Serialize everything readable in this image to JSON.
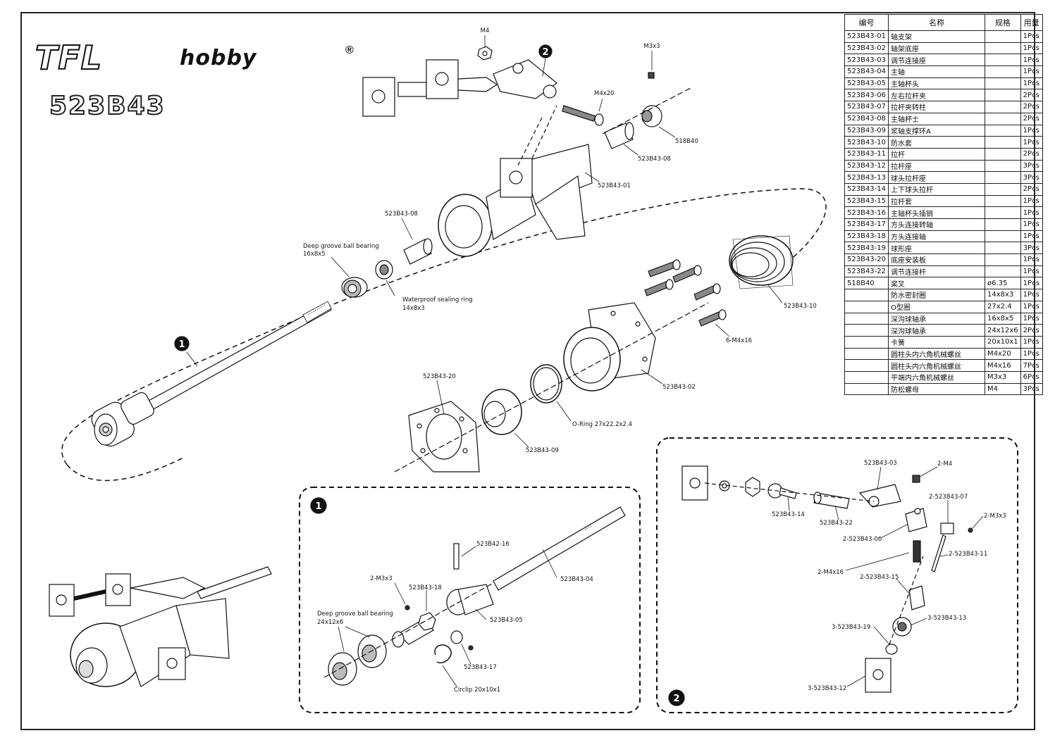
{
  "logo": {
    "brand": "TFL",
    "hobby": "hobby",
    "registered": "®"
  },
  "model_number": "523B43",
  "table": {
    "headers": [
      "编号",
      "名称",
      "规格",
      "用量"
    ],
    "rows": [
      [
        "523B43-01",
        "轴支架",
        "",
        "1Pcs"
      ],
      [
        "523B43-02",
        "轴架底座",
        "",
        "1Pcs"
      ],
      [
        "523B43-03",
        "调节连接座",
        "",
        "1Pcs"
      ],
      [
        "523B43-04",
        "主轴",
        "",
        "1Pcs"
      ],
      [
        "523B43-05",
        "主轴杯头",
        "",
        "1Pcs"
      ],
      [
        "523B43-06",
        "左右拉杆夹",
        "",
        "2Pcs"
      ],
      [
        "523B43-07",
        "拉杆夹转柱",
        "",
        "2Pcs"
      ],
      [
        "523B43-08",
        "主轴杯士",
        "",
        "2Pcs"
      ],
      [
        "523B43-09",
        "浆轴支撑环A",
        "",
        "1Pcs"
      ],
      [
        "523B43-10",
        "防水套",
        "",
        "1Pcs"
      ],
      [
        "523B43-11",
        "拉杆",
        "",
        "2Pcs"
      ],
      [
        "523B43-12",
        "拉杆座",
        "",
        "3Pcs"
      ],
      [
        "523B43-13",
        "球头拉杆座",
        "",
        "3Pcs"
      ],
      [
        "523B43-14",
        "上下球头拉杆",
        "",
        "2Pcs"
      ],
      [
        "523B43-15",
        "拉杆套",
        "",
        "1Pcs"
      ],
      [
        "523B43-16",
        "主轴杯头插销",
        "",
        "1Pcs"
      ],
      [
        "523B43-17",
        "方头连接转轴",
        "",
        "1Pcs"
      ],
      [
        "523B43-18",
        "方头连接轴",
        "",
        "1Pcs"
      ],
      [
        "523B43-19",
        "球形座",
        "",
        "3Pcs"
      ],
      [
        "523B43-20",
        "底座安装板",
        "",
        "1Pcs"
      ],
      [
        "523B43-22",
        "调节连接杆",
        "",
        "1Pcs"
      ],
      [
        "518B40",
        "桨叉",
        "ø6.35",
        "1Pcs"
      ],
      [
        "",
        "防水密封圈",
        "14x8x3",
        "1Pcs"
      ],
      [
        "",
        "O型圈",
        "27x2.4",
        "1Pcs"
      ],
      [
        "",
        "深沟球轴承",
        "16x8x5",
        "1Pcs"
      ],
      [
        "",
        "深沟球轴承",
        "24x12x6",
        "2Pcs"
      ],
      [
        "",
        "卡簧",
        "20x10x1",
        "1Pcs"
      ],
      [
        "",
        "圆柱头内六角机械螺丝",
        "M4x20",
        "1Pcs"
      ],
      [
        "",
        "圆柱头内六角机械螺丝",
        "M4x16",
        "7Pcs"
      ],
      [
        "",
        "平端内六角机械螺丝",
        "M3x3",
        "6Pcs"
      ],
      [
        "",
        "防松螺母",
        "M4",
        "3Pcs"
      ]
    ]
  },
  "callouts": {
    "main": {
      "m4": "M4",
      "two": "2",
      "m3x3": "M3x3",
      "m4x20": "M4x20",
      "p518b40": "518B40",
      "p08a": "523B43-08",
      "p01": "523B43-01",
      "p08b": "523B43-08",
      "bearing1": "Deep groove ball bearing",
      "bearing1_size": "16x8x5",
      "seal": "Waterproof sealing ring",
      "seal_size": "14x8x3",
      "p10": "523B43-10",
      "m4x16": "6-M4x16",
      "one": "1",
      "p20": "523B43-20",
      "p02": "523B43-02",
      "oring": "O-Ring 27x22.2x2.4",
      "p09": "523B43-09"
    },
    "inset1": {
      "badge": "1",
      "p16": "523B42-16",
      "p04": "523B43-04",
      "m3x3": "2-M3x3",
      "p18": "523B43-18",
      "p05": "523B43-05",
      "bearing": "Deep groove ball bearing",
      "bearing_size": "24x12x6",
      "p17": "523B43-17",
      "circlip": "Circlip 20x10x1"
    },
    "inset2": {
      "badge": "2",
      "p03": "523B43-03",
      "m4": "2-M4",
      "p07": "2-523B43-07",
      "m3x3": "2-M3x3",
      "p14": "523B43-14",
      "p22": "523B43-22",
      "p06": "2-523B43-06",
      "p11": "2-523B43-11",
      "m4x16": "2-M4x16",
      "p15": "2-523B43-15",
      "p13": "3-523B43-13",
      "p19": "3-523B43-19",
      "p12": "3-523B43-12"
    }
  }
}
